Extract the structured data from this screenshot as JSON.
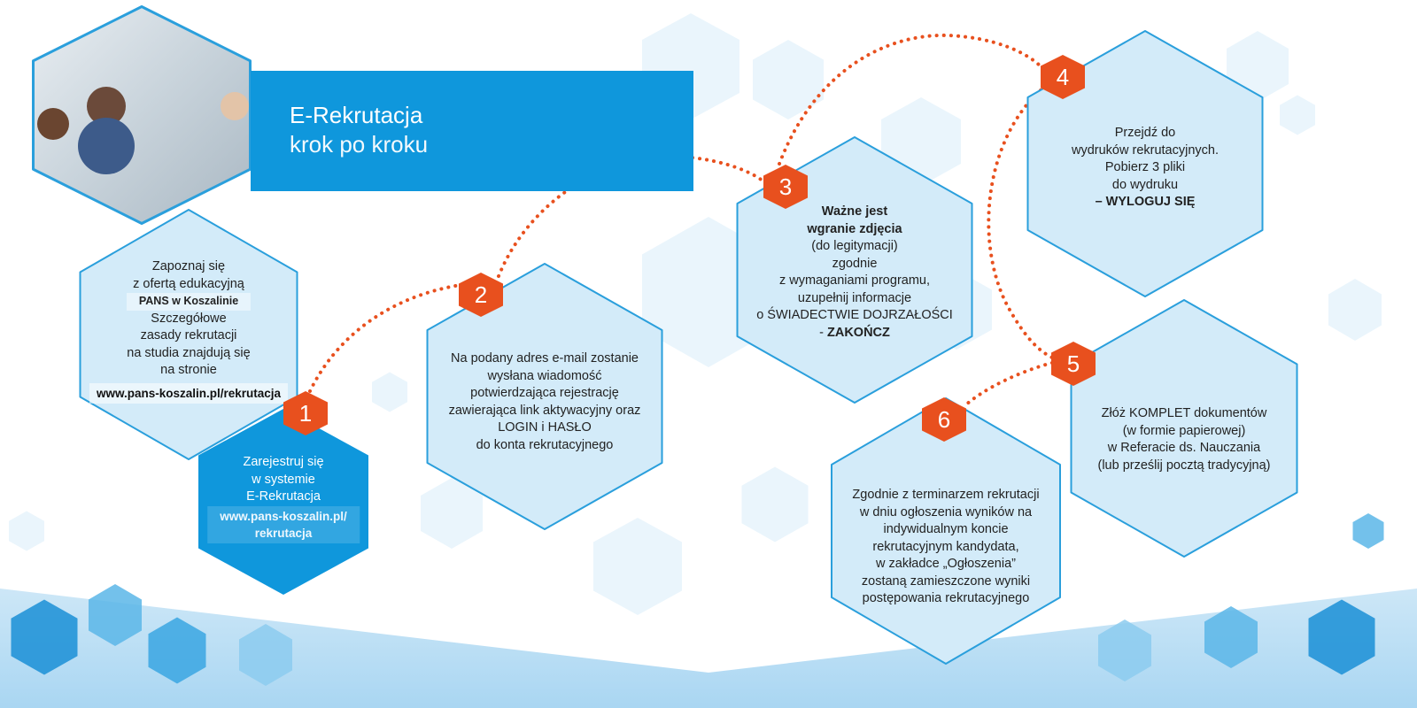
{
  "header": {
    "title": "E-Rekrutacja",
    "subtitle": "krok po kroku"
  },
  "intro": {
    "lines": [
      "Zapoznaj się",
      "z ofertą edukacyjną"
    ],
    "highlight": "PANS w Koszalinie",
    "lines2": [
      "Szczegółowe",
      "zasady rekrutacji",
      "na studia znajdują się",
      "na stronie"
    ],
    "url": "www.pans-koszalin.pl/rekrutacja"
  },
  "steps": [
    {
      "number": "1",
      "lines": [
        "Zarejestruj się",
        "w systemie",
        "E-Rekrutacja"
      ],
      "url_lines": [
        "www.pans-koszalin.pl/",
        "rekrutacja"
      ]
    },
    {
      "number": "2",
      "lines": [
        "Na podany adres e-mail zostanie",
        "wysłana wiadomość",
        "potwierdzająca rejestrację",
        "zawierająca link aktywacyjny oraz",
        "LOGIN i HASŁO",
        "do konta rekrutacyjnego"
      ]
    },
    {
      "number": "3",
      "bold_lines": [
        "Ważne jest",
        "wgranie zdjęcia"
      ],
      "lines": [
        "(do legitymacji)",
        "zgodnie",
        "z wymaganiami programu,",
        "uzupełnij informacje",
        "o ŚWIADECTWIE DOJRZAŁOŚCI"
      ],
      "final_prefix": "- ",
      "final_bold": "ZAKOŃCZ"
    },
    {
      "number": "4",
      "lines": [
        "Przejdź do",
        "wydruków rekrutacyjnych.",
        "Pobierz 3 pliki",
        "do wydruku"
      ],
      "final_bold": "– WYLOGUJ SIĘ"
    },
    {
      "number": "5",
      "lines": [
        "Złóż KOMPLET dokumentów",
        "(w formie papierowej)",
        "w Referacie ds. Nauczania",
        "(lub prześlij pocztą tradycyjną)"
      ]
    },
    {
      "number": "6",
      "lines": [
        "Zgodnie z terminarzem rekrutacji",
        "w dniu ogłoszenia wyników na",
        "indywidualnym koncie",
        "rekrutacyjnym kandydata,",
        "w zakładce „Ogłoszenia”",
        "zostaną zamieszczone wyniki",
        "postępowania rekrutacyjnego"
      ]
    }
  ],
  "colors": {
    "primary": "#0f97dc",
    "light": "#d3ebf9",
    "stroke": "#2a9fdc",
    "accent": "#e8501e"
  }
}
